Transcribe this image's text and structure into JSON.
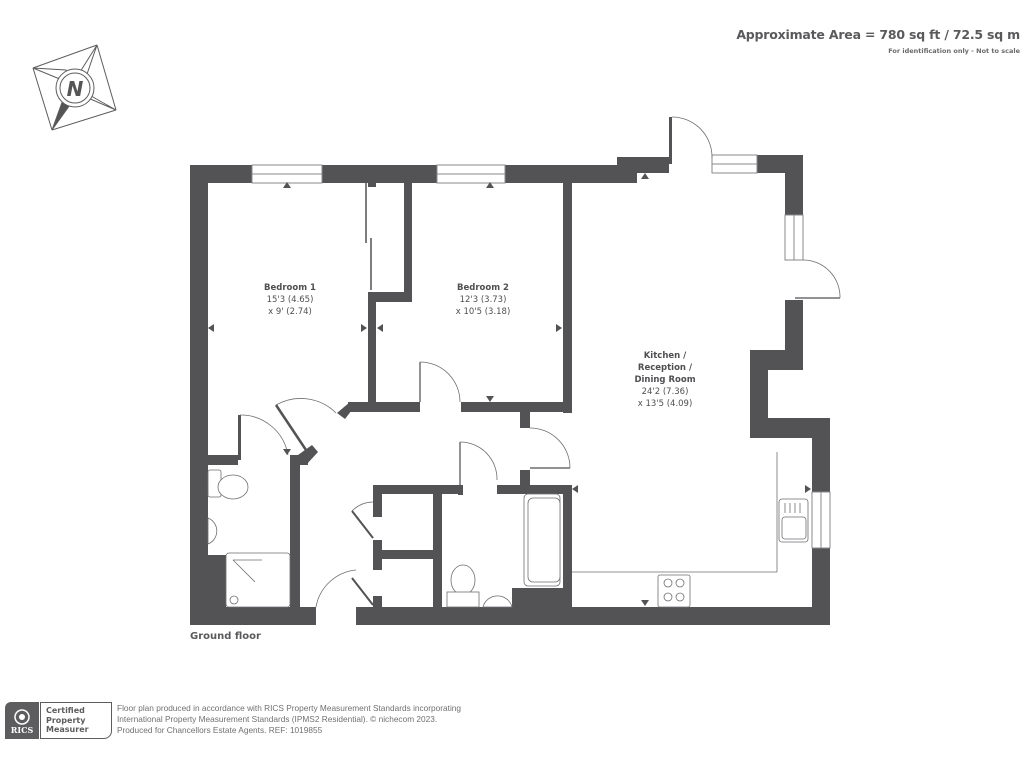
{
  "header": {
    "area_title": "Approximate Area = 780 sq ft / 72.5 sq m",
    "area_subtitle": "For identification only - Not to scale"
  },
  "compass": {
    "icon": "north-compass-icon",
    "letter": "N"
  },
  "rooms": [
    {
      "name": "Bedroom 1",
      "dim1": "15'3 (4.65)",
      "dim2": "x 9' (2.74)"
    },
    {
      "name": "Bedroom 2",
      "dim1": "12'3 (3.73)",
      "dim2": "x 10'5 (3.18)"
    },
    {
      "name_line1": "Kitchen /",
      "name_line2": "Reception /",
      "name_line3": "Dining Room",
      "dim1": "24'2 (7.36)",
      "dim2": "x 13'5 (4.09)"
    }
  ],
  "floor_label": "Ground floor",
  "footer": {
    "badge": {
      "brand": "RICS",
      "line1": "Certified",
      "line2": "Property",
      "line3": "Measurer"
    },
    "line1": "Floor plan produced in accordance with RICS Property Measurement Standards incorporating",
    "line2": "International Property Measurement Standards (IPMS2 Residential).   © nichecom 2023.",
    "line3": "Produced for Chancellors Estate Agents.   REF: 1019855"
  },
  "colors": {
    "wall": "#535255",
    "text": "#4f4f52",
    "line": "#7a7a7c"
  }
}
